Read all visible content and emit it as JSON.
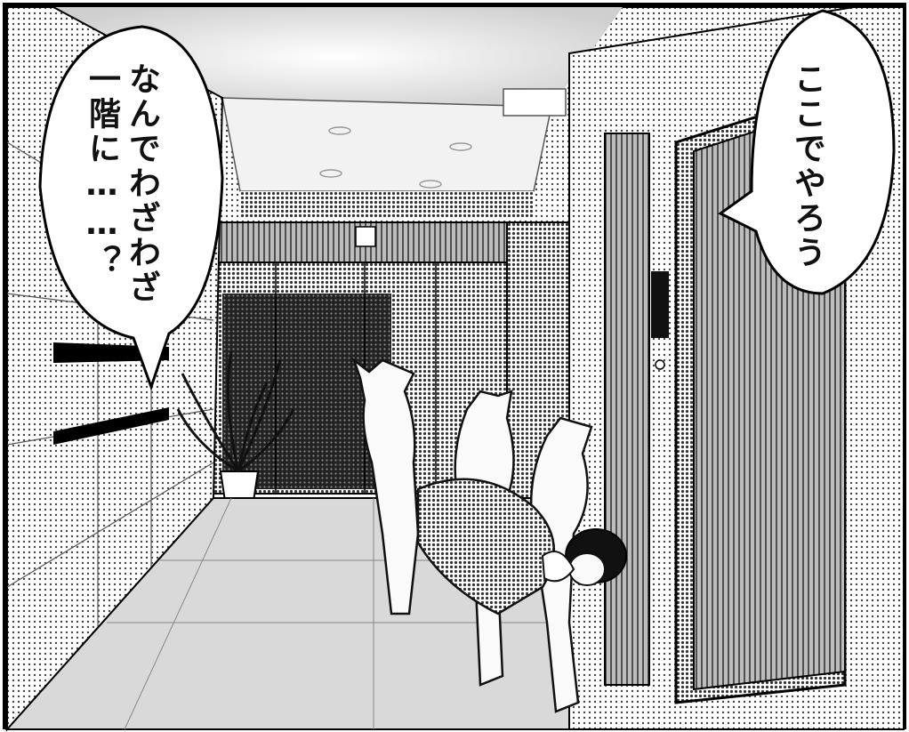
{
  "bubble_left": {
    "lines": [
      "なんでわざわざ",
      "一階に……？"
    ]
  },
  "bubble_right": {
    "lines": [
      "ここでやろう"
    ]
  },
  "colors": {
    "ink": "#111111",
    "screentone_dark": "#555555",
    "screentone_light": "#9a9a9a",
    "paper": "#ffffff"
  },
  "icons": [
    "potted-plant",
    "ceiling-light",
    "elevator-door",
    "demon-figure"
  ]
}
